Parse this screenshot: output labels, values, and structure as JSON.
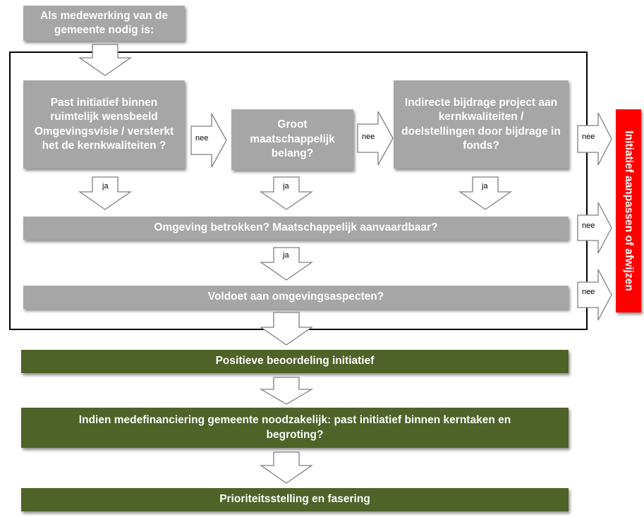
{
  "start_box": "Als medewerking van de gemeente nodig is:",
  "q1": "Past initiatief binnen ruimtelijk wensbeeld Omgevingsvisie / versterkt het de kernkwaliteiten ?",
  "q2": "Groot maatschappelijk belang?",
  "q3": "Indirecte bijdrage project aan kernkwaliteiten / doelstellingen door bijdrage in fonds?",
  "q4": "Omgeving betrokken? Maatschappelijk aanvaardbaar?",
  "q5": "Voldoet aan omgevingsaspecten?",
  "result_reject": "Initiatief aanpassen of afwijzen",
  "step_positive": "Positieve beoordeling initiatief",
  "step_financing": "Indien medefinanciering gemeente noodzakelijk: past initiatief binnen kerntaken en begroting?",
  "step_priority": "Prioriteitsstelling  en fasering",
  "labels": {
    "yes": "ja",
    "no": "nee"
  },
  "colors": {
    "question": "#a6a6a6",
    "step": "#4f6228",
    "reject": "#ff0000",
    "arrow_fill": "#ffffff",
    "arrow_stroke": "#7f7f7f"
  }
}
